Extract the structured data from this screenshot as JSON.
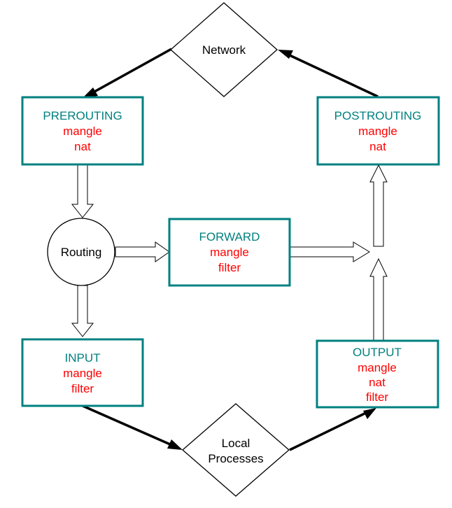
{
  "colors": {
    "chain_name": "#008080",
    "table_name": "#ff0000",
    "box_border": "#008080",
    "text": "#000000"
  },
  "nodes": {
    "network": {
      "label": "Network"
    },
    "routing": {
      "label": "Routing"
    },
    "local_processes": {
      "lines": [
        "Local",
        "Processes"
      ]
    },
    "prerouting": {
      "name": "PREROUTING",
      "tables": [
        "mangle",
        "nat"
      ]
    },
    "postrouting": {
      "name": "POSTROUTING",
      "tables": [
        "mangle",
        "nat"
      ]
    },
    "forward": {
      "name": "FORWARD",
      "tables": [
        "mangle",
        "filter"
      ]
    },
    "input": {
      "name": "INPUT",
      "tables": [
        "mangle",
        "filter"
      ]
    },
    "output": {
      "name": "OUTPUT",
      "tables": [
        "mangle",
        "nat",
        "filter"
      ]
    }
  }
}
